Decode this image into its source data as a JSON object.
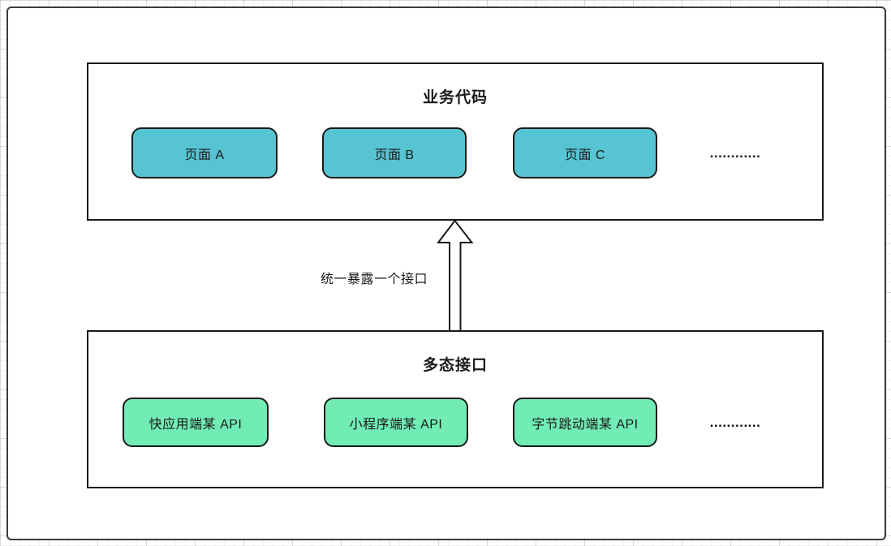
{
  "diagram": {
    "top_container": {
      "title": "业务代码",
      "nodes": [
        {
          "label": "页面 A"
        },
        {
          "label": "页面 B"
        },
        {
          "label": "页面 C"
        }
      ],
      "ellipsis": "............",
      "node_fill": "#57c4d3"
    },
    "arrow": {
      "label": "统一暴露一个接口",
      "direction": "up"
    },
    "bottom_container": {
      "title": "多态接口",
      "nodes": [
        {
          "label": "快应用端某 API"
        },
        {
          "label": "小程序端某 API"
        },
        {
          "label": "字节跳动端某 API"
        }
      ],
      "ellipsis": "............",
      "node_fill": "#71ecb4"
    }
  },
  "colors": {
    "page_node_fill": "#57c4d3",
    "api_node_fill": "#71ecb4",
    "shape_border": "#1a1a1a",
    "frame_border": "#3a3a3a",
    "grid_line": "#e8e8e8",
    "background": "#ffffff"
  }
}
